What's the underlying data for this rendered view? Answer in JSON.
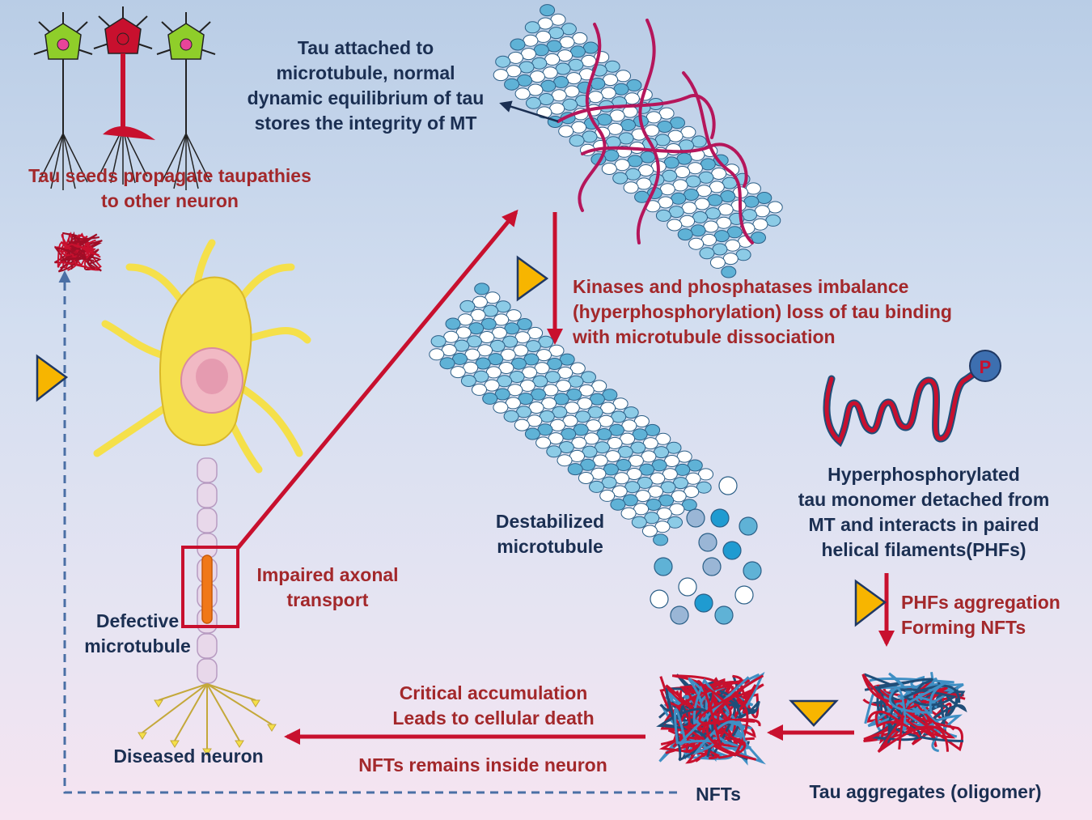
{
  "colors": {
    "label_red": "#a3282b",
    "label_navy": "#1b2f52",
    "arrow_red": "#c8102e",
    "dashed_blue": "#4a6fa5",
    "tau_strand": "#c8102e",
    "tau_outline": "#1f4e79",
    "triangle_fill": "#f7b500",
    "triangle_stroke": "#1f3864",
    "microtubule_blue": "#5fb2d6",
    "microtubule_white": "#ffffff",
    "neuron_yellow": "#f5e04a",
    "axon_segment": "#e8d8ea",
    "impaired_axon": "#f07818"
  },
  "labels": {
    "tau_seeds": [
      "Tau seeds propagate taupathies",
      "to other neuron"
    ],
    "tau_attached": [
      "Tau attached to",
      "microtubule, normal",
      "dynamic equilibrium of tau",
      "stores the integrity of MT"
    ],
    "kinases": [
      "Kinases and phosphatases imbalance",
      "(hyperphosphorylation)  loss of tau binding",
      "with microtubule dissociation"
    ],
    "phosphate_letter": "P",
    "hyperphosphorylated": [
      "Hyperphosphorylated",
      "tau monomer detached from",
      "MT and interacts in paired",
      "helical filaments(PHFs)"
    ],
    "destabilized": [
      "Destabilized",
      "microtubule"
    ],
    "impaired": [
      "Impaired axonal",
      "transport"
    ],
    "defective": [
      "Defective",
      "microtubule"
    ],
    "phfs_aggregation": [
      "PHFs  aggregation",
      "Forming NFTs"
    ],
    "critical": [
      "Critical accumulation",
      "Leads to cellular death"
    ],
    "nfts_remain": "NFTs remains inside neuron",
    "diseased": "Diseased neuron",
    "nfts": "NFTs",
    "tau_aggregates": "Tau aggregates (oligomer)"
  }
}
